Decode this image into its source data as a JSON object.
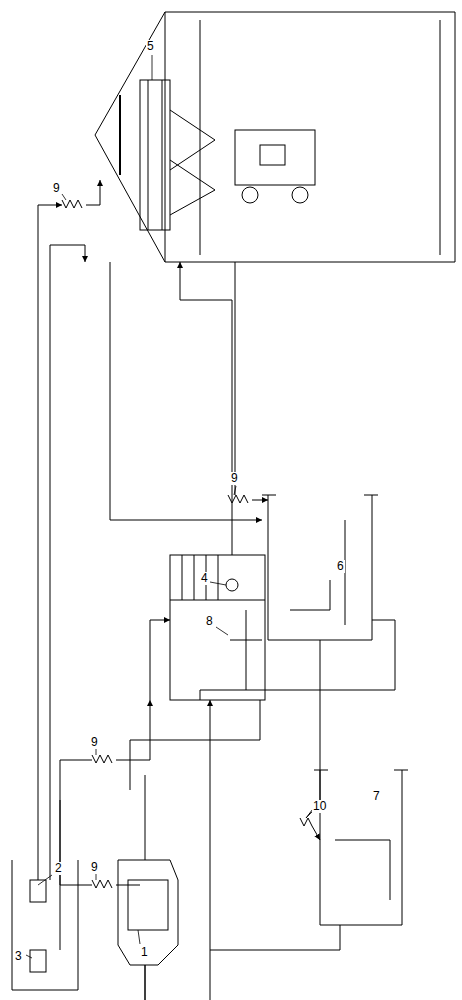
{
  "diagram": {
    "labels": [
      "5",
      "9",
      "9",
      "6",
      "10",
      "7",
      "4",
      "8",
      "9",
      "9",
      "2",
      "3",
      "1"
    ]
  }
}
